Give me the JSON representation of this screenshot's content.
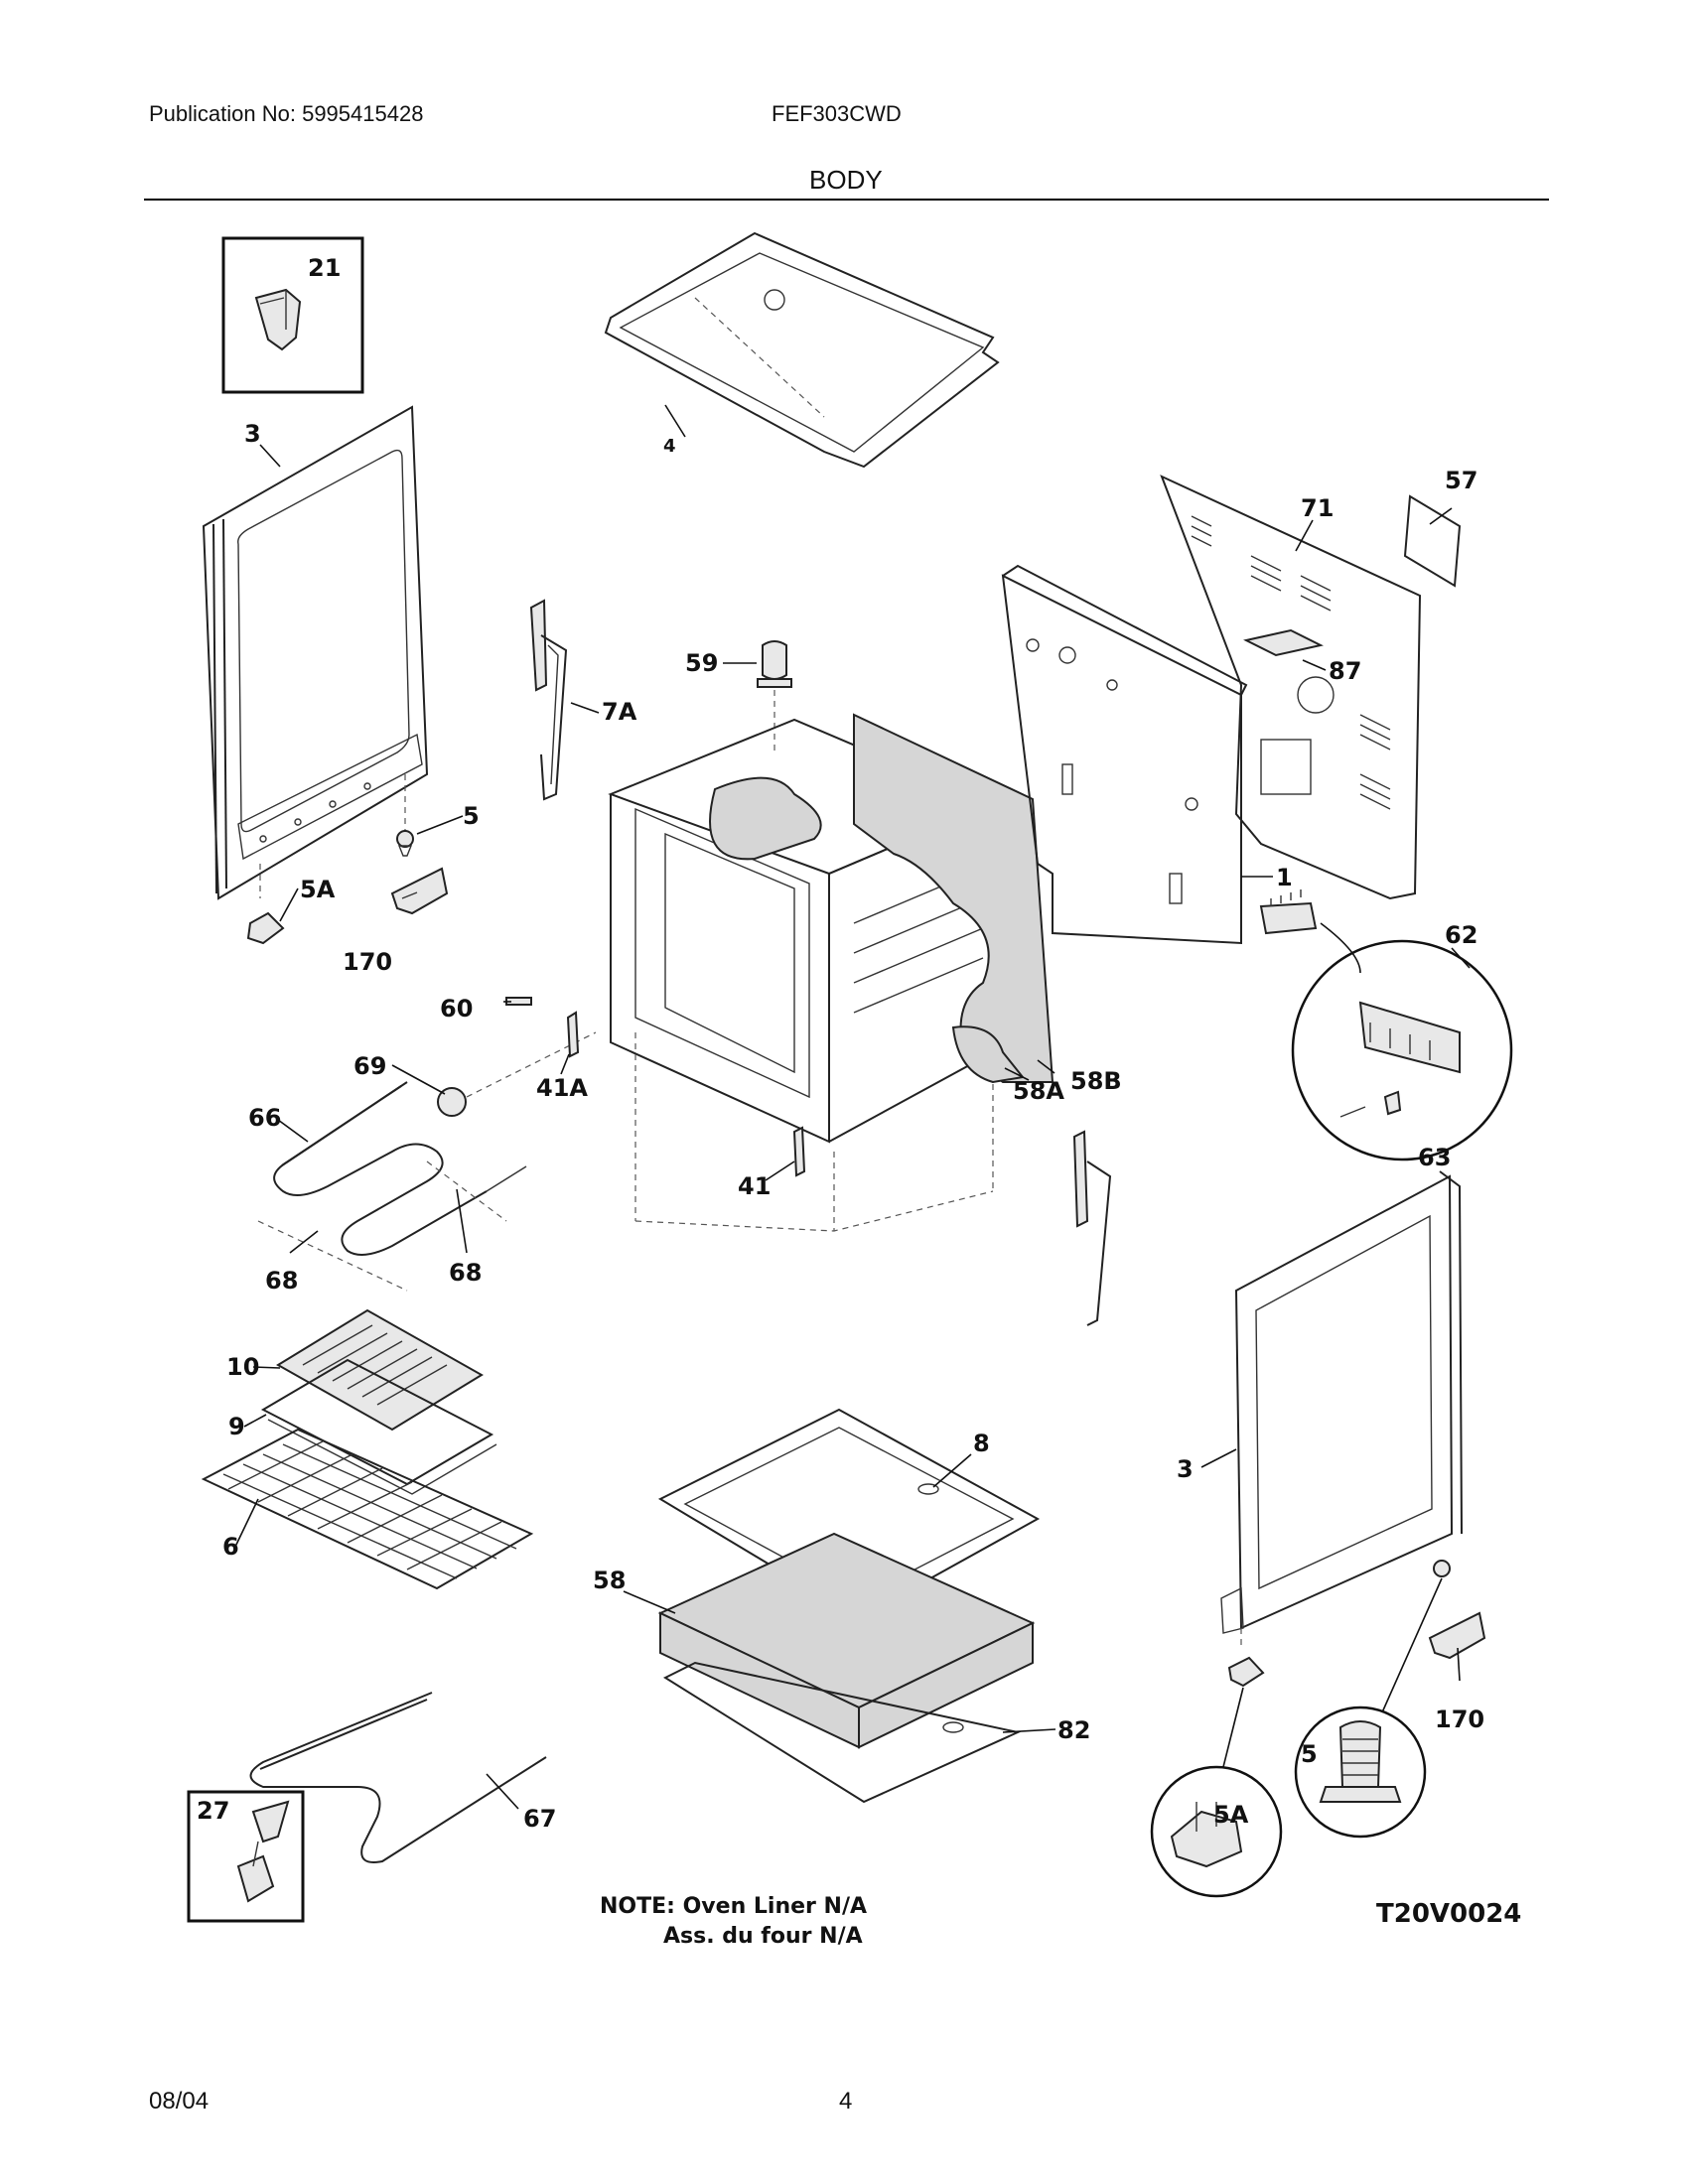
{
  "header": {
    "publication": "Publication No: 5995415428",
    "model": "FEF303CWD",
    "section": "BODY"
  },
  "labels": {
    "p21": "21",
    "p4": "4",
    "p3_left": "3",
    "p57": "57",
    "p71": "71",
    "p87": "87",
    "p59": "59",
    "p7A": "7A",
    "p5": "5",
    "p5A": "5A",
    "p170": "170",
    "p1": "1",
    "p62": "62",
    "p63": "63",
    "p60": "60",
    "p69": "69",
    "p41A": "41A",
    "p58A": "58A",
    "p58B": "58B",
    "p66": "66",
    "p68_left": "68",
    "p68_right": "68",
    "p41": "41",
    "p10": "10",
    "p9": "9",
    "p6": "6",
    "p8": "8",
    "p3_right": "3",
    "p58": "58",
    "p82": "82",
    "p170_right": "170",
    "p5_detail": "5",
    "p5A_detail": "5A",
    "p67": "67",
    "p27": "27"
  },
  "note": {
    "line1": "NOTE: Oven Liner N/A",
    "line2": "Ass. du four N/A"
  },
  "diagram_code": "T20V0024",
  "footer": {
    "date": "08/04",
    "page": "4"
  }
}
